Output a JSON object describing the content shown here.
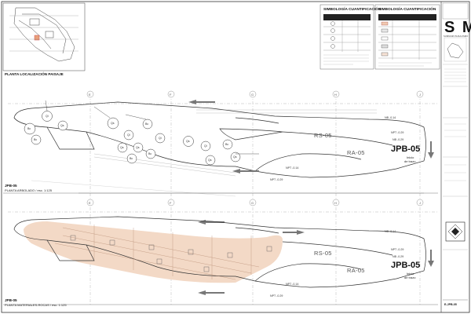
{
  "title_block": {
    "company": "S M",
    "company_subtitle": "SUMMUM PAISAJISMO",
    "sheet_code": "E-JPB-05"
  },
  "location_plan": {
    "title": "PLANTA LOCALIZACIÓN PAISAJE"
  },
  "legends": {
    "left_title": "SIMBOLOGÍA CUANTIFICACIÓN",
    "right_title": "SIMBOLOGÍA CUANTIFICACIÓN"
  },
  "views": {
    "top": {
      "code": "JPB-05",
      "title": "PLANTA ARBOLADO / esc. 1:125",
      "jpb_label": "JPB-05",
      "inicio": "Inicio",
      "de_trazo": "de trazo",
      "zones": [
        "RS-05",
        "RA-05"
      ],
      "tree_tags": [
        "Bc",
        "Qi",
        "Qs",
        "Bc",
        "Qs",
        "Ql",
        "Bc",
        "Qi",
        "Qs",
        "Qs",
        "Bc",
        "Bc",
        "Qs",
        "Qi",
        "Bc",
        "Qs",
        "Qs"
      ],
      "levels": [
        "NPT -0.14",
        "NPT -0.29",
        "NPT -0.14",
        "NPT -0.29",
        "NB -0.14",
        "NB -0.29"
      ]
    },
    "bottom": {
      "code": "JPB-05",
      "title": "PLANTA MATERIALES-ROCAS / esc. 1:125",
      "jpb_label": "JPB-05",
      "inicio": "Inicio",
      "de_trazo": "de trazo",
      "zones": [
        "RS-05",
        "RA-05"
      ],
      "levels": [
        "NPT -0.14",
        "NPT -0.29",
        "NPT -0.14",
        "NPT -0.29",
        "NB -0.14",
        "NB -0.29"
      ]
    }
  },
  "grid_columns": [
    "E",
    "F",
    "G",
    "H",
    "J"
  ],
  "colors": {
    "line": "#333333",
    "hatch": "#f3d9c6",
    "grid": "#9a9a9a"
  }
}
